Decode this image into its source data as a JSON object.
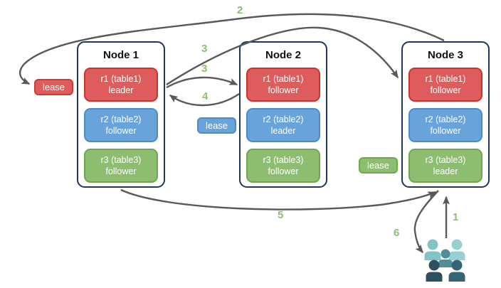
{
  "diagram": {
    "nodes": [
      {
        "title": "Node 1",
        "replicas": [
          {
            "line1": "r1 (table1)",
            "line2": "leader",
            "color": "red"
          },
          {
            "line1": "r2 (table2)",
            "line2": "follower",
            "color": "blue"
          },
          {
            "line1": "r3 (table3)",
            "line2": "follower",
            "color": "green"
          }
        ]
      },
      {
        "title": "Node 2",
        "replicas": [
          {
            "line1": "r1 (table1)",
            "line2": "follower",
            "color": "red"
          },
          {
            "line1": "r2 (table2)",
            "line2": "leader",
            "color": "blue"
          },
          {
            "line1": "r3 (table3)",
            "line2": "follower",
            "color": "green"
          }
        ]
      },
      {
        "title": "Node 3",
        "replicas": [
          {
            "line1": "r1 (table1)",
            "line2": "follower",
            "color": "red"
          },
          {
            "line1": "r2 (table2)",
            "line2": "follower",
            "color": "blue"
          },
          {
            "line1": "r3 (table3)",
            "line2": "leader",
            "color": "green"
          }
        ]
      }
    ],
    "leases": [
      {
        "label": "lease",
        "color": "red"
      },
      {
        "label": "lease",
        "color": "blue"
      },
      {
        "label": "lease",
        "color": "green"
      }
    ],
    "steps": {
      "step1": "1",
      "step2": "2",
      "step3a": "3",
      "step3b": "3",
      "step4": "4",
      "step5": "5",
      "step6": "6"
    }
  },
  "icons": {
    "users_group": "users-icon"
  },
  "colors": {
    "red_fill": "#df5c5c",
    "red_border": "#c9342c",
    "blue_fill": "#68a4da",
    "blue_border": "#4b8bc8",
    "green_fill": "#8dbe70",
    "green_border": "#6fa650",
    "node_border": "#20375c",
    "arrow": "#595959",
    "step_text": "#8cbf70",
    "users_light_1": "#82c3c5",
    "users_light_2": "#98d0d2",
    "users_mid": "#4e8d9a",
    "users_dark_1": "#2d5060",
    "users_dark_2": "#356476"
  }
}
